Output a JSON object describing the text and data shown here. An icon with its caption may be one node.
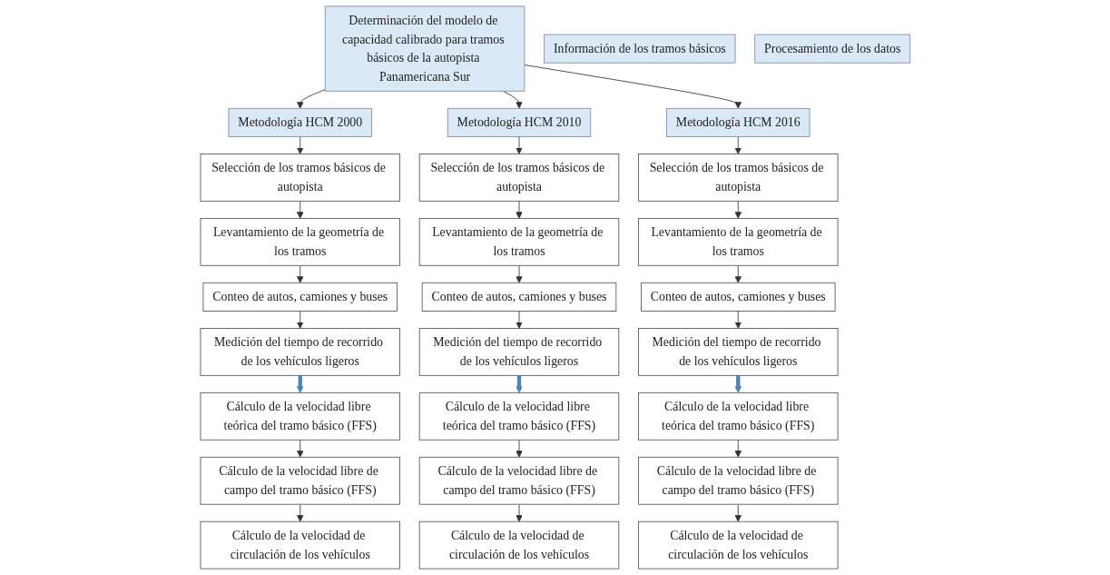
{
  "diagram": {
    "nodes": [
      {
        "text": [
          "Determinación del modelo de capacidad calibrado para tramos básicos de la autopista Panamericana Sur"
        ]
      },
      {
        "text": [
          "Metodología HCM 2000"
        ]
      },
      {
        "text": [
          "Metodología HCM 2010"
        ]
      },
      {
        "text": [
          "Metodología HCM 2016"
        ]
      },
      {
        "text": [
          "Información de los tramos básicos"
        ]
      },
      {
        "text": [
          "Procesamiento de los datos"
        ]
      },
      {
        "text": [
          "Selección de los tramos básicos de autopista"
        ]
      },
      {
        "text": [
          "Levantamiento de la geometría de los tramos"
        ]
      },
      {
        "text": [
          "Conteo de autos, camiones y buses"
        ]
      },
      {
        "text": [
          "Medición del tiempo de recorrido de los vehículos ligeros"
        ]
      },
      {
        "text": [
          "Cálculo de la velocidad libre teórica del tramo básico (FFS)"
        ]
      },
      {
        "text": [
          "Cálculo de la velocidad libre de campo del tramo básico (FFS)"
        ]
      },
      {
        "text": [
          "Cálculo de la velocidad de circulación de los vehículos"
        ]
      },
      {
        "text": [
          "Selección de los tramos básicos de autopista"
        ]
      },
      {
        "text": [
          "Levantamiento de la geometría de los tramos"
        ]
      },
      {
        "text": [
          "Conteo de autos, camiones y buses"
        ]
      },
      {
        "text": [
          "Medición del tiempo de recorrido de los vehículos ligeros"
        ]
      },
      {
        "text": [
          "Cálculo de la velocidad libre teórica del tramo básico (FFS)"
        ]
      },
      {
        "text": [
          "Cálculo de la velocidad libre de campo del tramo básico (FFS)"
        ]
      },
      {
        "text": [
          "Cálculo de la velocidad de circulación de los vehículos"
        ]
      },
      {
        "text": [
          "Selección de los tramos básicos de autopista"
        ]
      },
      {
        "text": [
          "Levantamiento de la geometría de los tramos"
        ]
      },
      {
        "text": [
          "Conteo de autos, camiones y buses"
        ]
      },
      {
        "text": [
          "Medición del tiempo de recorrido de los vehículos ligeros"
        ]
      },
      {
        "text": [
          "Cálculo de la velocidad libre teórica del tramo básico (FFS)"
        ]
      },
      {
        "text": [
          "Cálculo de la velocidad libre de campo del tramo básico (FFS)"
        ]
      },
      {
        "text": [
          "Cálculo de la velocidad de circulación de los vehículos"
        ]
      }
    ],
    "edges": [
      {
        "from": 0,
        "to": 1,
        "arrow": "to"
      },
      {
        "from": 0,
        "to": 2,
        "arrow": "to"
      },
      {
        "from": 0,
        "to": 3,
        "arrow": "to"
      },
      {
        "from": 1,
        "to": 6,
        "arrow": "to"
      },
      {
        "from": 6,
        "to": 7,
        "arrow": "to"
      },
      {
        "from": 7,
        "to": 8,
        "arrow": "to"
      },
      {
        "from": 8,
        "to": 9,
        "arrow": "to"
      },
      {
        "from": 9,
        "to": 10,
        "arrow": "to",
        "style": "thick",
        "color": "#4f81bd"
      },
      {
        "from": 10,
        "to": 11,
        "arrow": "to"
      },
      {
        "from": 11,
        "to": 12,
        "arrow": "to"
      },
      {
        "from": 2,
        "to": 13,
        "arrow": "to"
      },
      {
        "from": 13,
        "to": 14,
        "arrow": "to"
      },
      {
        "from": 14,
        "to": 15,
        "arrow": "to"
      },
      {
        "from": 15,
        "to": 16,
        "arrow": "to"
      },
      {
        "from": 16,
        "to": 17,
        "arrow": "to",
        "style": "thick",
        "color": "#4f81bd"
      },
      {
        "from": 17,
        "to": 18,
        "arrow": "to"
      },
      {
        "from": 18,
        "to": 19,
        "arrow": "to"
      },
      {
        "from": 3,
        "to": 20,
        "arrow": "to"
      },
      {
        "from": 20,
        "to": 21,
        "arrow": "to"
      },
      {
        "from": 21,
        "to": 22,
        "arrow": "to"
      },
      {
        "from": 22,
        "to": 23,
        "arrow": "to"
      },
      {
        "from": 23,
        "to": 24,
        "arrow": "to",
        "style": "thick",
        "color": "#4f81bd"
      },
      {
        "from": 24,
        "to": 25,
        "arrow": "to"
      },
      {
        "from": 25,
        "to": 26,
        "arrow": "to"
      }
    ]
  }
}
